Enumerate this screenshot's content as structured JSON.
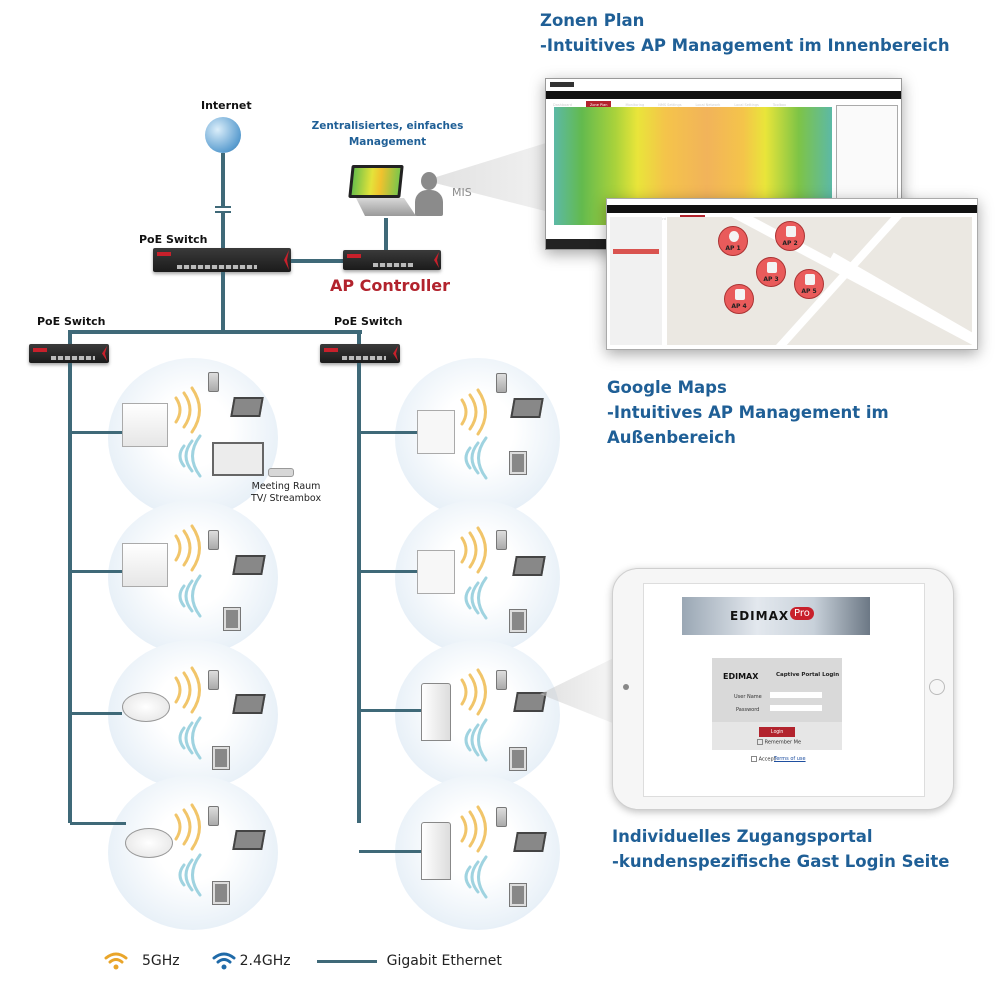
{
  "labels": {
    "internet": "Internet",
    "poe_switch_top": "PoE Switch",
    "poe_switch_left": "PoE Switch",
    "poe_switch_right": "PoE Switch",
    "ap_controller": "AP Controller",
    "management_line1": "Zentralisiertes, einfaches",
    "management_line2": "Management",
    "mis": "MIS",
    "meeting_line1": "Meeting Raum",
    "meeting_line2": "TV/ Streambox"
  },
  "callouts": {
    "zone_plan": {
      "title": "Zonen Plan",
      "subtitle": "-Intuitives AP Management im Innenbereich"
    },
    "google_maps": {
      "title": "Google Maps",
      "subtitle": "-Intuitives AP Management im Außenbereich"
    },
    "portal": {
      "title": "Individuelles Zugangsportal",
      "subtitle": "-kundenspezifische Gast Login Seite"
    }
  },
  "map_screen": {
    "ap_pins": [
      "AP 1",
      "AP 2",
      "AP 3",
      "AP 4",
      "AP 5"
    ]
  },
  "captive_portal": {
    "brand": "EDIMAX",
    "brand_badge": "Pro",
    "title": "Captive Portal Login",
    "username_label": "User Name",
    "password_label": "Password",
    "username_value": "",
    "password_value": "",
    "login_button": "Login",
    "remember_me": "Remember Me",
    "accept_prefix": "Accept",
    "terms_link": "Terms of use"
  },
  "legend": {
    "items": [
      {
        "label": "5GHz",
        "color": "#e9a52a"
      },
      {
        "label": "2.4GHz",
        "color": "#1f6aa8"
      },
      {
        "label": "Gigabit Ethernet",
        "color": "#3f6978"
      }
    ]
  },
  "colors": {
    "heading_blue": "#1f5f96",
    "controller_red": "#b2232d",
    "wire": "#3f6978",
    "wifi_5ghz": "#e9a52a",
    "wifi_24ghz": "#1f6aa8"
  }
}
